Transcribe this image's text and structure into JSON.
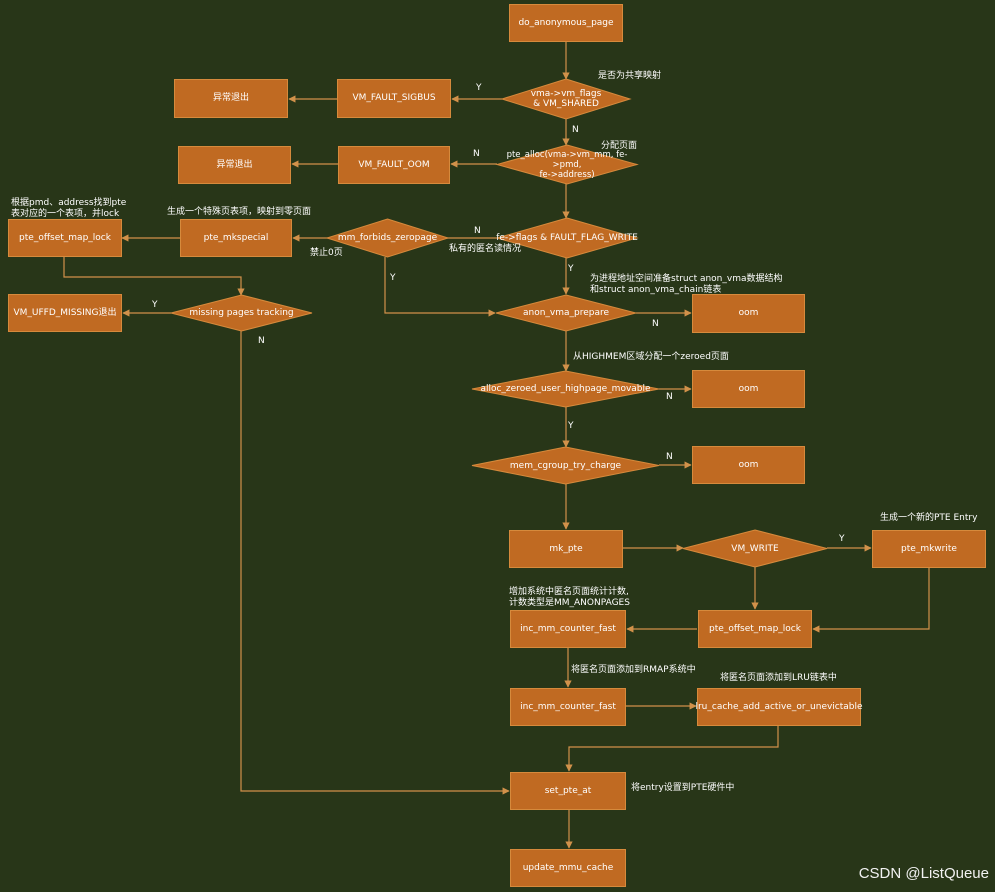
{
  "nodes": {
    "do_anonymous_page": "do_anonymous_page",
    "sigbus_exit": "异常退出",
    "vm_fault_sigbus": "VM_FAULT_SIGBUS",
    "oom_exit": "异常退出",
    "vm_fault_oom": "VM_FAULT_OOM",
    "pte_offset_map_lock_1": "pte_offset_map_lock",
    "pte_mkspecial": "pte_mkspecial",
    "vm_ufd_missing": "VM_UFFD_MISSING退出",
    "oom_1": "oom",
    "oom_2": "oom",
    "oom_3": "oom",
    "mk_pte": "mk_pte",
    "pte_mkwrite": "pte_mkwrite",
    "pte_offset_map_lock_2": "pte_offset_map_lock",
    "inc_mm_counter_fast_1": "inc_mm_counter_fast",
    "inc_mm_counter_fast_2": "inc_mm_counter_fast",
    "lru_cache_add": "lru_cache_add_active_or_unevictable",
    "set_pte_at": "set_pte_at",
    "update_mmu_cache": "update_mmu_cache"
  },
  "decisions": {
    "vm_shared": "vma->vm_flags\n& VM_SHARED",
    "pte_alloc": "pte_alloc(vma->vm_mm, fe->pmd,\nfe->address)",
    "flag_write": "fe->flags & FAULT_FLAG_WRITE",
    "mm_forbids_zeropage": "mm_forbids_zeropage",
    "missing_pages_tracking": "missing pages tracking",
    "anon_vma_prepare": "anon_vma_prepare",
    "alloc_zeroed": "alloc_zeroed_user_highpage_movable",
    "mem_cgroup": "mem_cgroup_try_charge",
    "vm_write": "VM_WRITE"
  },
  "notes": {
    "shared_mapping": "是否为共享映射",
    "alloc_page": "分配页面",
    "find_pte": "根据pmd、address找到pte\n表对应的一个表项，并lock",
    "special_pte": "生成一个特殊页表项，映射到零页面",
    "forbid_zero": "禁止0页",
    "private_read": "私有的匿名读情况",
    "anon_vma_struct": "为进程地址空间准备struct anon_vma数据结构\n和struct anon_vma_chain链表",
    "highmem": "从HIGHMEM区域分配一个zeroed页面",
    "new_pte": "生成一个新的PTE Entry",
    "inc_counter": "增加系统中匿名页面统计计数,\n计数类型是MM_ANONPAGES",
    "rmap": "将匿名页面添加到RMAP系统中",
    "lru": "将匿名页面添加到LRU链表中",
    "set_entry": "将entry设置到PTE硬件中"
  },
  "edge_labels": {
    "y_shared": "Y",
    "n_shared": "N",
    "n_pte_alloc": "N",
    "n_write": "N",
    "y_write": "Y",
    "y_forbid": "Y",
    "y_missing": "Y",
    "n_missing": "N",
    "n_anon": "N",
    "n_alloc": "N",
    "y_alloc": "Y",
    "n_cgroup": "N",
    "y_vm_write": "Y"
  },
  "watermark": "CSDN @ListQueue",
  "colors": {
    "background": "#283618",
    "node_fill": "#c06a22",
    "line": "#d1914a",
    "text": "#ffffff"
  }
}
